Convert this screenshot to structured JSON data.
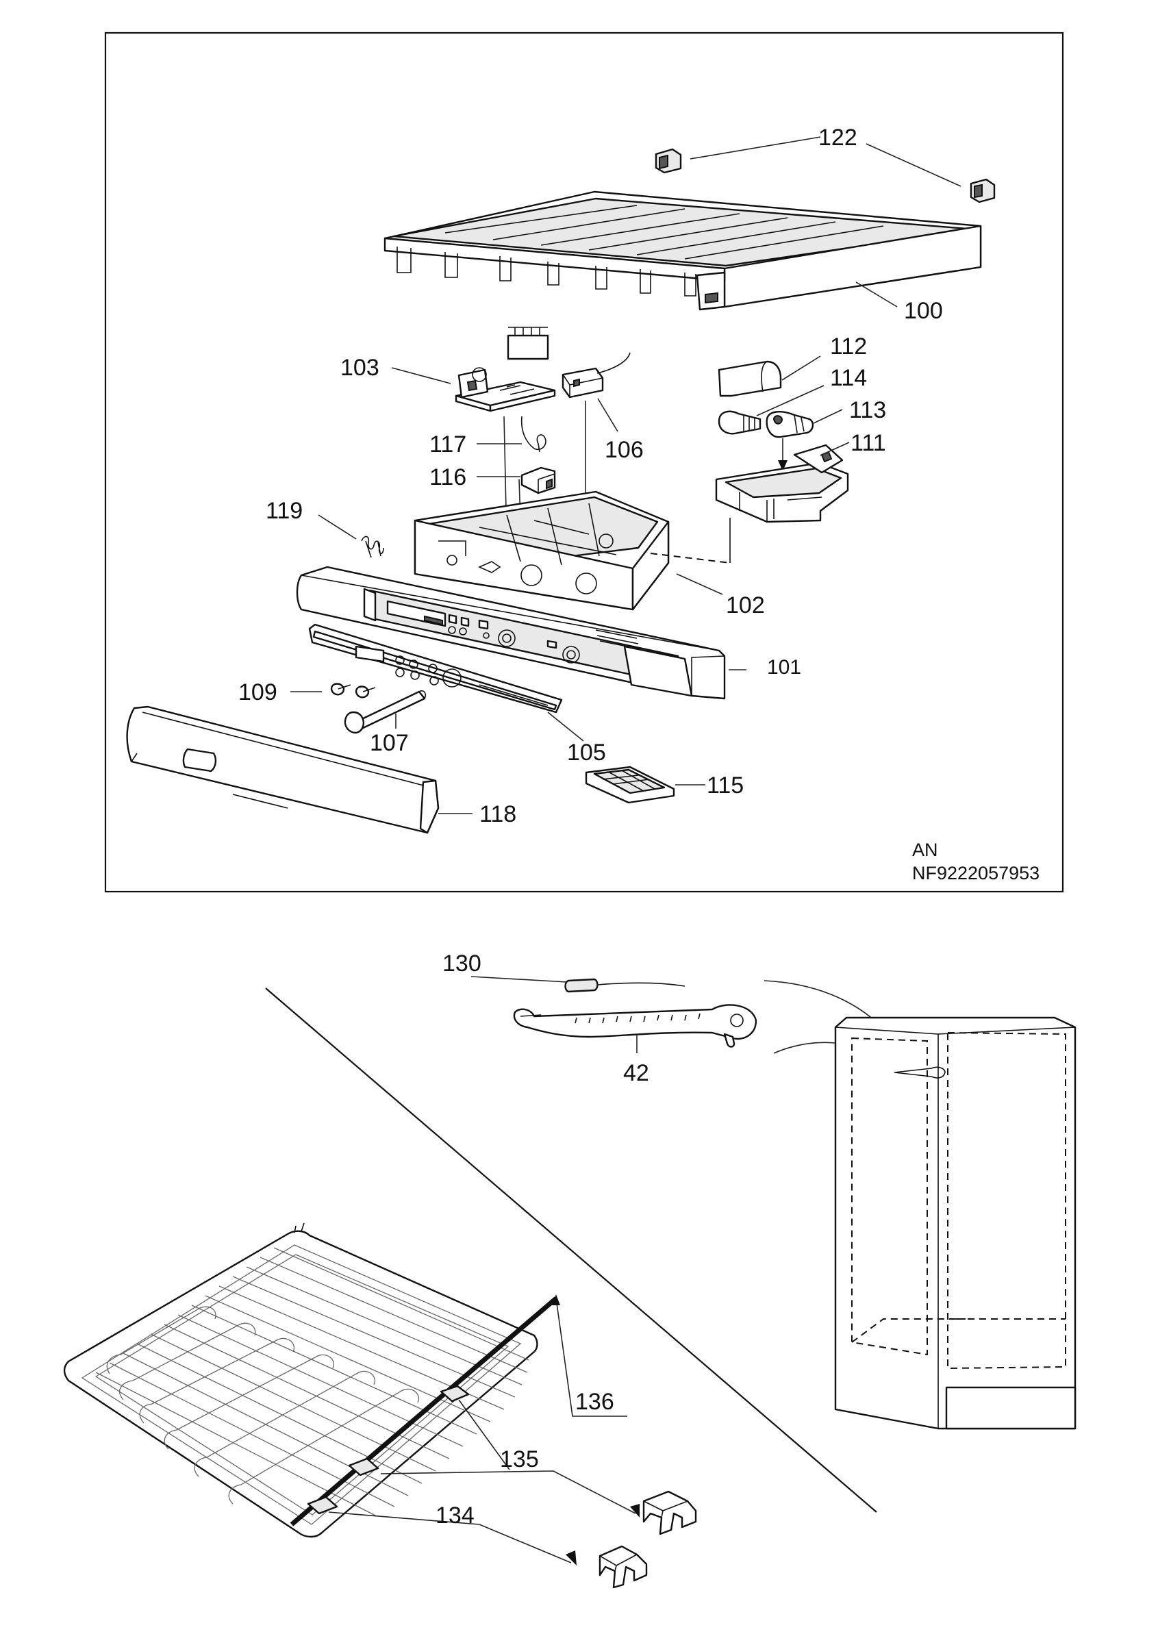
{
  "diagram": {
    "top_panel": {
      "labels": {
        "p122": "122",
        "p100": "100",
        "p103": "103",
        "p112": "112",
        "p114": "114",
        "p113": "113",
        "p111": "111",
        "p117": "117",
        "p106": "106",
        "p116": "116",
        "p119": "119",
        "p102": "102",
        "p101": "101",
        "p109": "109",
        "p107": "107",
        "p105": "105",
        "p115": "115",
        "p118": "118"
      },
      "region_code": "AN",
      "document_number": "NF9222057953"
    },
    "bottom_panel": {
      "labels": {
        "p130": "130",
        "p42": "42",
        "p136": "136",
        "p135": "135",
        "p134": "134"
      }
    }
  }
}
